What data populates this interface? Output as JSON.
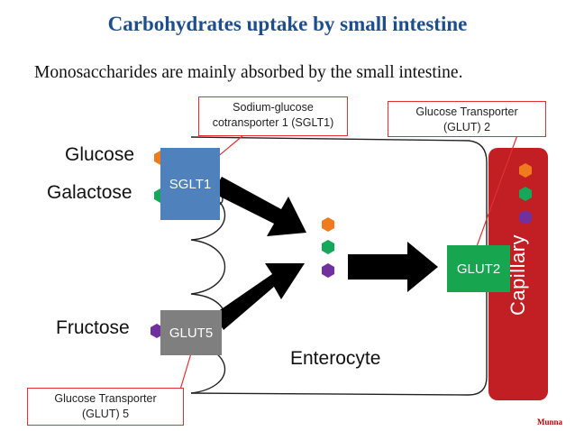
{
  "title": "Carbohydrates uptake by small intestine",
  "subtitle": "Monosaccharides are mainly absorbed by the small intestine.",
  "sugars": {
    "glucose": "Glucose",
    "galactose": "Galactose",
    "fructose": "Fructose"
  },
  "transporters": {
    "sglt1": "SGLT1",
    "glut5": "GLUT5",
    "glut2": "GLUT2"
  },
  "callouts": {
    "sglt1": [
      "Sodium-glucose",
      "cotransporter 1 (SGLT1)"
    ],
    "glut2": [
      "Glucose Transporter",
      "(GLUT) 2"
    ],
    "glut5": [
      "Glucose Transporter",
      "(GLUT) 5"
    ]
  },
  "enterocyte_label": "Enterocyte",
  "capillary_label": "Capillary",
  "signature": "Munna",
  "colors": {
    "glucose": "#f07b1e",
    "galactose": "#16a85a",
    "fructose": "#7030a0",
    "sglt1_box": "#4f81bd",
    "glut5_box": "#7f7f7f",
    "glut2_box": "#18a550",
    "capillary": "#c11f24",
    "callout_border": "#e03030"
  }
}
